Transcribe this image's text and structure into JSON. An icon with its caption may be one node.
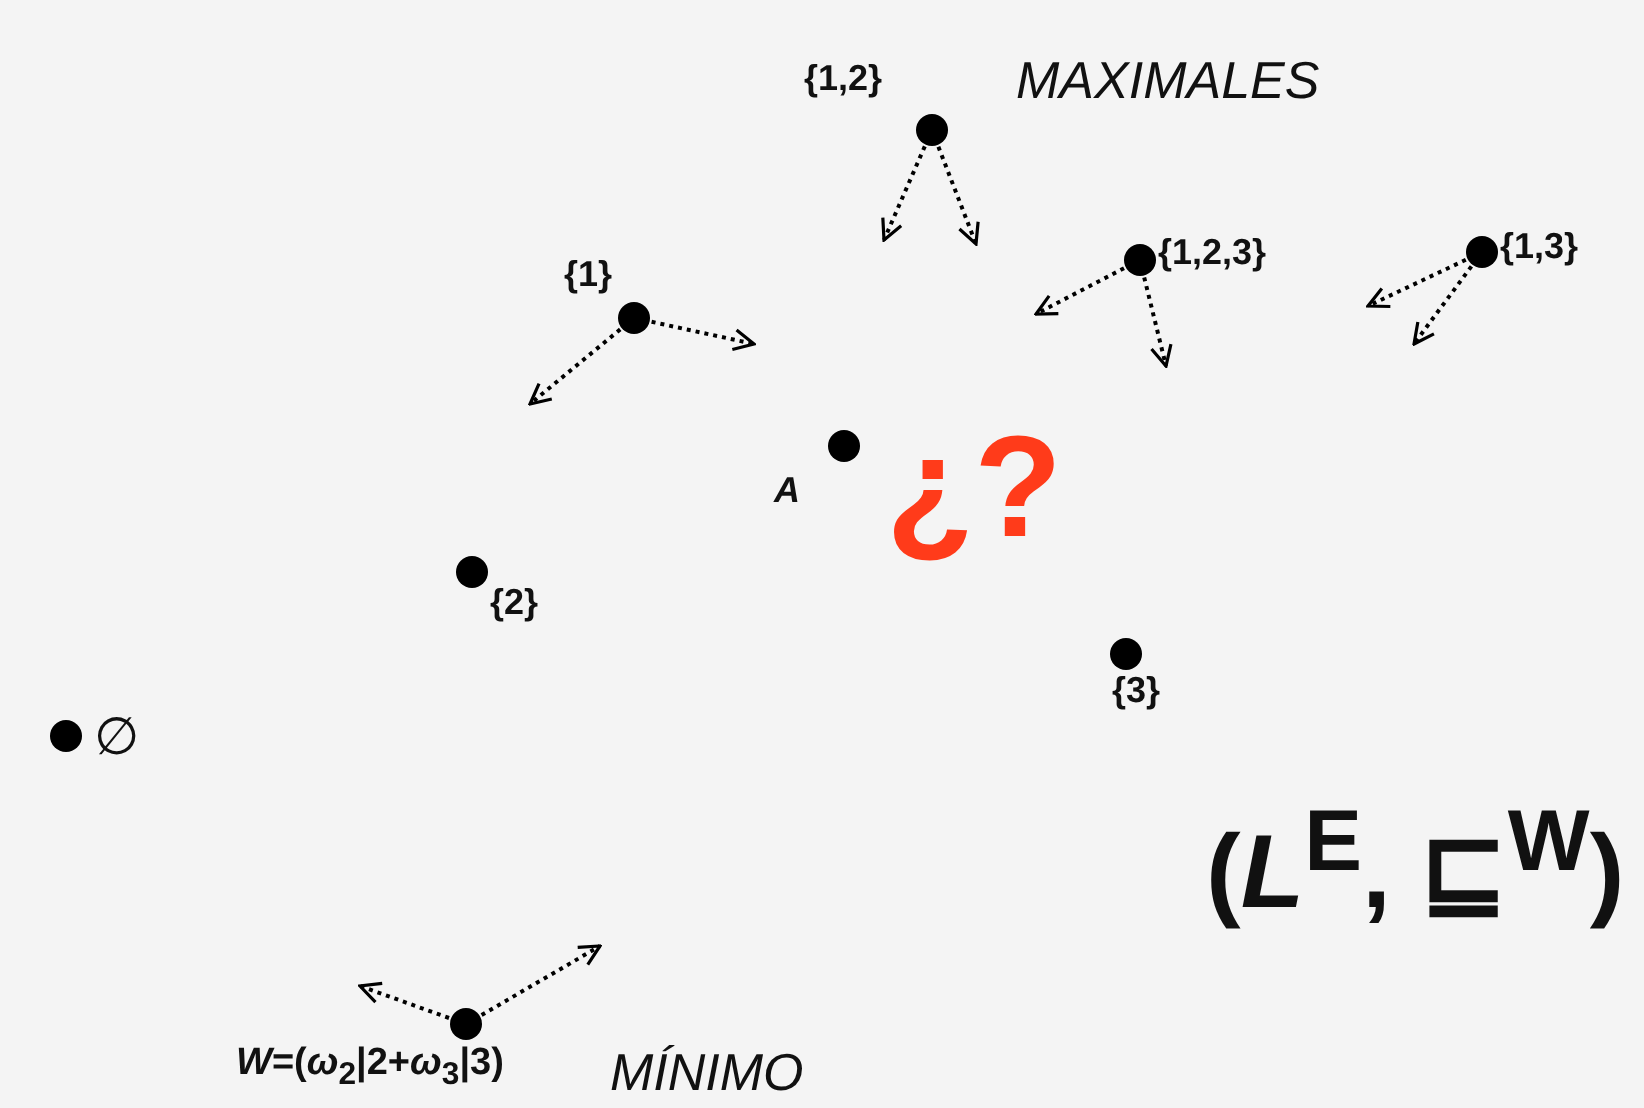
{
  "diagram": {
    "nodes": [
      {
        "text": [
          "{1,2}"
        ]
      },
      {
        "text": [
          "{1,2,3}"
        ]
      },
      {
        "text": [
          "{1,3}"
        ]
      },
      {
        "text": [
          "{1}"
        ]
      },
      {
        "text": [
          "A"
        ]
      },
      {
        "text": [
          "{2}"
        ]
      },
      {
        "text": [
          "{3}"
        ]
      },
      {
        "text": [
          "∅"
        ]
      },
      {
        "text": [
          "*W*=(*ω*$_{2}$|2+*ω*$_{3}$|3)"
        ]
      }
    ],
    "edges": [
      {
        "from": 0,
        "to": null,
        "arrow": "to",
        "style": "dashed"
      },
      {
        "from": 0,
        "to": null,
        "arrow": "to",
        "style": "dashed"
      },
      {
        "from": 1,
        "to": null,
        "arrow": "to",
        "style": "dashed"
      },
      {
        "from": 1,
        "to": null,
        "arrow": "to",
        "style": "dashed"
      },
      {
        "from": 2,
        "to": null,
        "arrow": "to",
        "style": "dashed"
      },
      {
        "from": 2,
        "to": null,
        "arrow": "to",
        "style": "dashed"
      },
      {
        "from": 3,
        "to": null,
        "arrow": "to",
        "style": "dashed"
      },
      {
        "from": 3,
        "to": null,
        "arrow": "to",
        "style": "dashed"
      },
      {
        "from": 8,
        "to": null,
        "arrow": "to",
        "style": "dashed"
      },
      {
        "from": 8,
        "to": null,
        "arrow": "to",
        "style": "dashed"
      }
    ],
    "labels": [
      "MAXIMALES",
      "¿?",
      "(*L*$^{E}$, ⊑$^{W}$)",
      "MÍNIMO"
    ]
  }
}
